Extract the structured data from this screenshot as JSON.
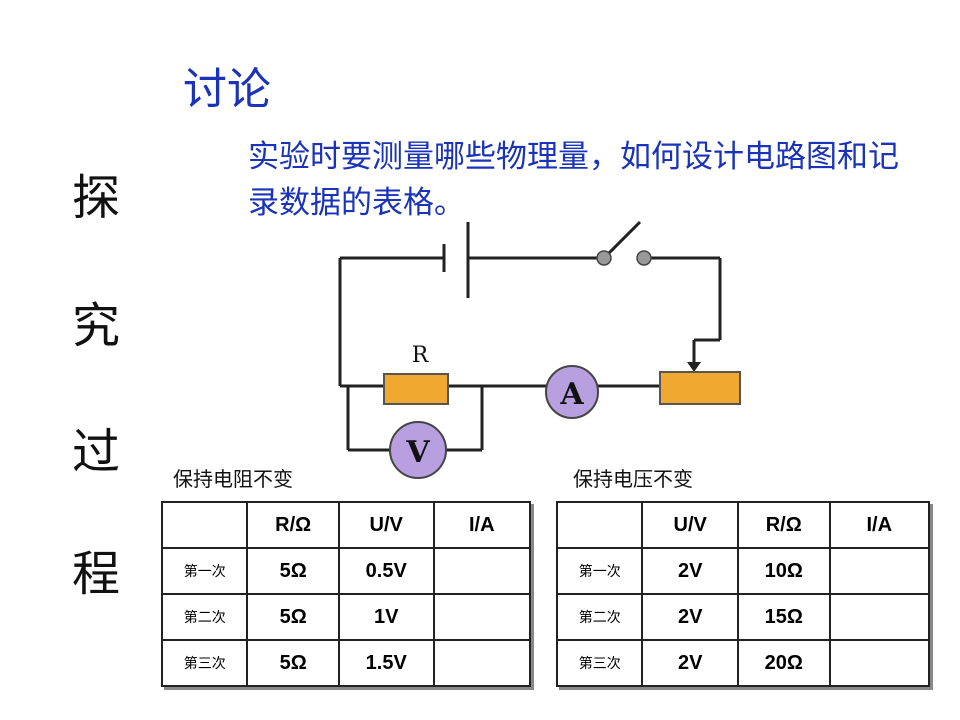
{
  "title": "讨论",
  "question": "实验时要测量哪些物理量，如何设计电路图和记录数据的表格。",
  "side_label": [
    "探",
    "究",
    "过",
    "程"
  ],
  "circuit": {
    "resistor_label": "R",
    "ammeter_symbol": "A",
    "voltmeter_symbol": "V"
  },
  "table_left": {
    "caption": "保持电阻不变",
    "headers": [
      "",
      "R/Ω",
      "U/V",
      "I/A"
    ],
    "rows": [
      [
        "第一次",
        "5Ω",
        "0.5V",
        ""
      ],
      [
        "第二次",
        "5Ω",
        "1V",
        ""
      ],
      [
        "第三次",
        "5Ω",
        "1.5V",
        ""
      ]
    ]
  },
  "table_right": {
    "caption": "保持电压不变",
    "headers": [
      "",
      "U/V",
      "R/Ω",
      "I/A"
    ],
    "rows": [
      [
        "第一次",
        "2V",
        "10Ω",
        ""
      ],
      [
        "第二次",
        "2V",
        "15Ω",
        ""
      ],
      [
        "第三次",
        "2V",
        "20Ω",
        ""
      ]
    ]
  },
  "colors": {
    "heading_blue": "#1a33b8",
    "resistor_fill": "#f0a830",
    "meter_fill": "#b8a0e0"
  }
}
